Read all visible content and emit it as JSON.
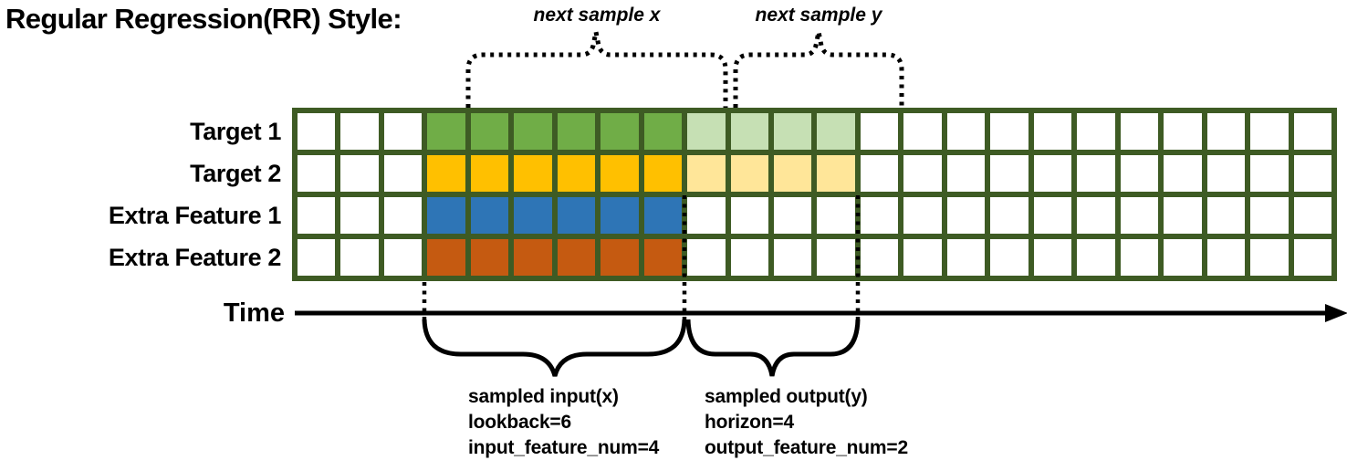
{
  "title": "Regular Regression(RR) Style:",
  "annotations": {
    "next_sample_x": "next sample x",
    "next_sample_y": "next sample y",
    "time_label": "Time",
    "input_block": [
      "sampled input(x)",
      "lookback=6",
      "input_feature_num=4"
    ],
    "output_block": [
      "sampled output(y)",
      "horizon=4",
      "output_feature_num=2"
    ]
  },
  "grid": {
    "num_columns": 24,
    "num_rows": 4,
    "input_start_col": 4,
    "lookback": 6,
    "horizon": 4,
    "rows": [
      {
        "label": "Target 1",
        "fill": "#70AD47",
        "horizon_fill": "#C6E0B4"
      },
      {
        "label": "Target 2",
        "fill": "#FFC000",
        "horizon_fill": "#FFE699"
      },
      {
        "label": "Extra Feature 1",
        "fill": "#2E75B6",
        "horizon_fill": null
      },
      {
        "label": "Extra Feature 2",
        "fill": "#C55A11",
        "horizon_fill": null
      }
    ]
  },
  "colors": {
    "grid_border": "#3e5b24",
    "cell_background": "#ffffff",
    "ink": "#000000"
  }
}
